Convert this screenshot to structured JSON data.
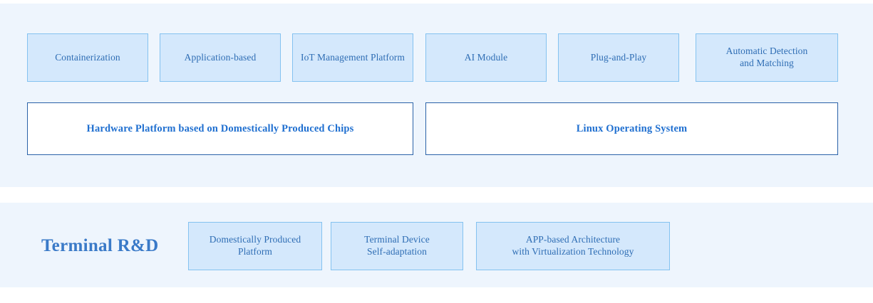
{
  "colors": {
    "band_background": "#eef5fd",
    "page_background": "#ffffff",
    "cap_box_fill": "#d4e8fc",
    "cap_box_border": "#84c2f0",
    "cap_box_text": "#2e6db4",
    "platform_box_fill": "#ffffff",
    "platform_box_border": "#2a62a8",
    "platform_box_text": "#1f6fd0",
    "row_label_text": "#3a7ac8"
  },
  "sections": [
    {
      "name": "platform-capabilities-section",
      "label": "",
      "capability_row": [
        {
          "label": "Containerization"
        },
        {
          "label": "Application-based"
        },
        {
          "label": "IoT Management Platform"
        },
        {
          "label": "AI Module"
        },
        {
          "label": "Plug-and-Play"
        },
        {
          "label": "Automatic Detection\nand Matching"
        }
      ],
      "platform_row": [
        {
          "label": "Hardware Platform based on Domestically Produced Chips"
        },
        {
          "label": "Linux Operating System"
        }
      ]
    },
    {
      "name": "terminal-rd-section",
      "label": "Terminal R&D",
      "capability_row": [
        {
          "label": "Domestically Produced\nPlatform"
        },
        {
          "label": "Terminal Device\nSelf-adaptation"
        },
        {
          "label": "APP-based Architecture\nwith Virtualization Technology"
        }
      ]
    }
  ]
}
